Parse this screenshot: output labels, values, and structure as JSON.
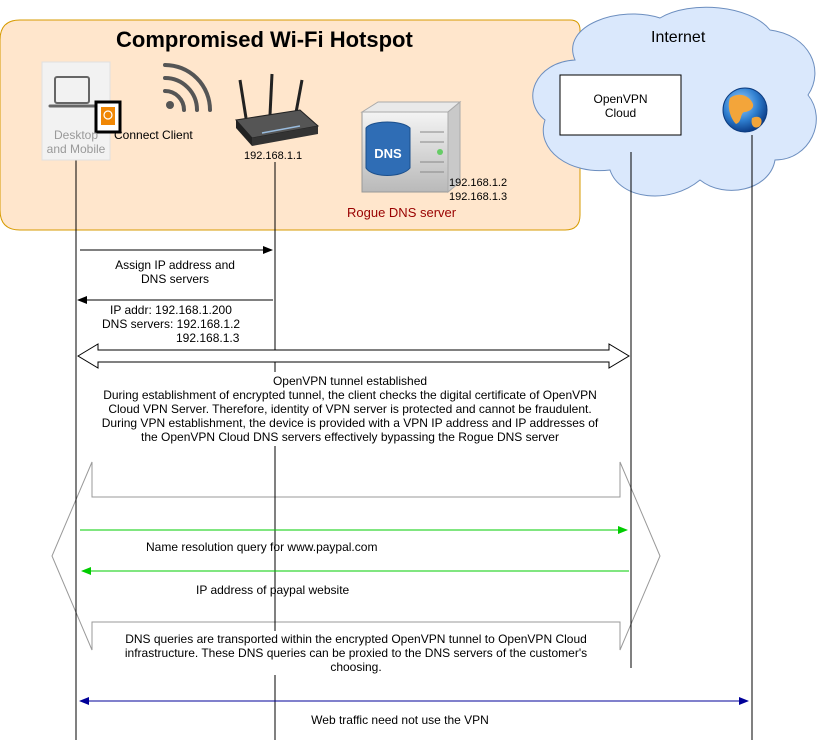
{
  "hotspot": {
    "title": "Compromised Wi-Fi Hotspot",
    "bg": "#ffe6cc",
    "border": "#d79b00"
  },
  "internet": {
    "title": "Internet",
    "bg": "#dae8fc",
    "border": "#6c8ebf"
  },
  "client": {
    "label_line1": "Desktop",
    "label_line2": "and Mobile",
    "connect_label": "Connect Client",
    "accent": "#f08705"
  },
  "router": {
    "ip": "192.168.1.1"
  },
  "rogue_dns": {
    "icon_text": "DNS",
    "ip1": "192.168.1.2",
    "ip2": "192.168.1.3",
    "label": "Rogue DNS server",
    "label_color": "#990000",
    "icon_color": "#2f6db5"
  },
  "openvpn_cloud": {
    "line1": "OpenVPN",
    "line2": "Cloud"
  },
  "messages": {
    "assign_1": "Assign IP address and",
    "assign_2": "DNS servers",
    "ipaddr": "IP addr: 192.168.1.200",
    "dns_servers": "DNS servers: 192.168.1.2",
    "dns_servers_2": "192.168.1.3",
    "tunnel_1": "OpenVPN tunnel established",
    "tunnel_2": "During establishment of encrypted tunnel, the client checks the digital certificate of OpenVPN",
    "tunnel_3": "Cloud VPN Server. Therefore, identity of VPN server is protected and cannot be fraudulent.",
    "tunnel_4": "During VPN establishment, the device is provided with a VPN IP address and IP addresses of",
    "tunnel_5": "the OpenVPN Cloud DNS servers effectively bypassing the Rogue DNS server",
    "name_query": "Name resolution query for www.paypal.com",
    "paypal_ip": "IP address of paypal website",
    "dns_note_1": "DNS queries are transported within the encrypted OpenVPN tunnel to OpenVPN Cloud",
    "dns_note_2": "infrastructure. These DNS queries can be proxied to the DNS servers of the customer's",
    "dns_note_3": "choosing.",
    "web_traffic": "Web traffic need not use the VPN"
  },
  "colors": {
    "green_arrow": "#00cc00",
    "blue_arrow": "#000099",
    "tunnel_outline": "#999999"
  }
}
